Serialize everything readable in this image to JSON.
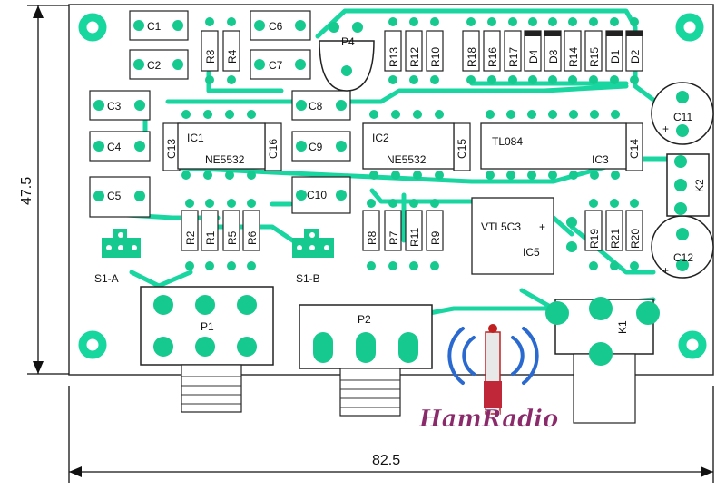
{
  "dimensions": {
    "width": "82.5",
    "height": "47.5"
  },
  "ics": [
    {
      "ref": "IC1",
      "part": "NE5532"
    },
    {
      "ref": "IC2",
      "part": "NE5532"
    },
    {
      "ref": "IC3",
      "part": "TL084"
    },
    {
      "ref": "IC5",
      "part": "VTL5C3"
    }
  ],
  "capacitors": [
    "C1",
    "C2",
    "C3",
    "C4",
    "C5",
    "C6",
    "C7",
    "C8",
    "C9",
    "C10",
    "C11",
    "C12",
    "C13",
    "C14",
    "C15",
    "C16"
  ],
  "resistors": [
    "R1",
    "R2",
    "R3",
    "R4",
    "R5",
    "R6",
    "R7",
    "R8",
    "R9",
    "R10",
    "R11",
    "R12",
    "R13",
    "R14",
    "R15",
    "R16",
    "R17",
    "R18",
    "R19",
    "R20",
    "R21"
  ],
  "diodes": [
    "D1",
    "D2",
    "D3",
    "D4"
  ],
  "connectors": [
    "P1",
    "P2",
    "P4",
    "K1",
    "K2"
  ],
  "switch_labels": [
    "S1-A",
    "S1-B"
  ],
  "polarity_marks": [
    "+",
    "+",
    "+"
  ],
  "logo_text": "HamRadio",
  "colors": {
    "board": "#12e0a0",
    "trace": "#19d6a0",
    "pad": "#16c98e",
    "background": "#ffffff"
  }
}
